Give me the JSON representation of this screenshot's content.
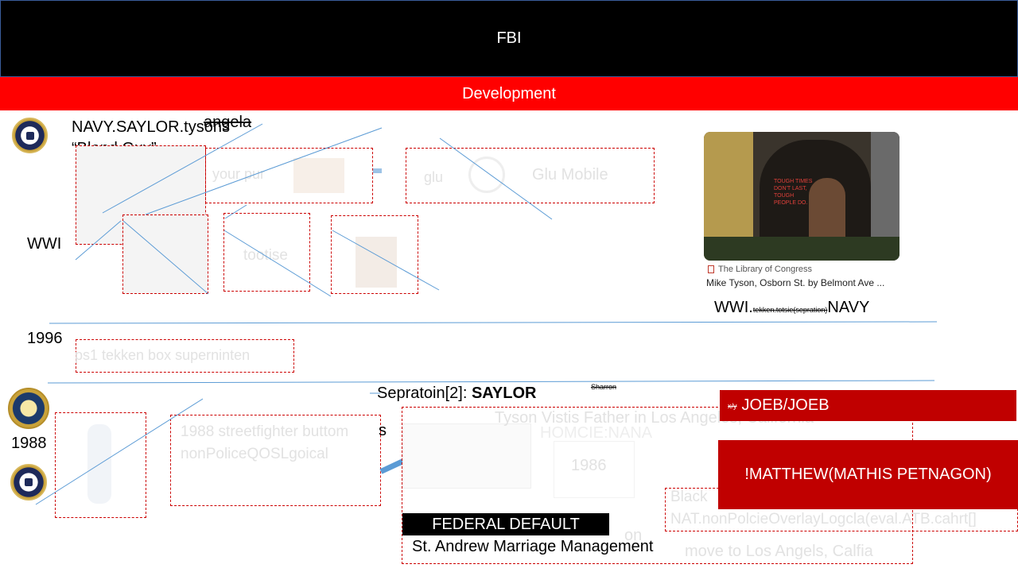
{
  "header": {
    "title": "FBI",
    "subtitle": "Development"
  },
  "labels": {
    "navy_tysons": "NAVY.SAYLOR.tysons",
    "angela": "angela",
    "blond_guy": "“Blond Guy”",
    "wwi": "WWI",
    "year_1996": "1996",
    "year_1988": "1988",
    "separation_prefix": "Sepratoin[2]: ",
    "separation_name": "SAYLOR",
    "sharron": "Sharron",
    "buttons_suffix": "s"
  },
  "faint_texts": {
    "gif_title": "your pur",
    "glu": "glu",
    "glu_mobile": "Glu Mobile",
    "tootise": "tootise",
    "ps1_row": "ps1 tekken  box superninten",
    "streetfighter": "1988 streetfighter buttom",
    "nonpolice": "nonPoliceQOSLgoical",
    "tyson_visits": "Tyson Vistis Father in Los Angeles, California",
    "homcie": "HOMCIE:NANA",
    "year_1986": "1986",
    "black": "Black",
    "nat_overlay": "NAT.nonPolcieOverlayLogcla(eval.ATB.cahrt[]",
    "move": "move to Los Angels, Calfia",
    "on": "on"
  },
  "photo_card": {
    "wall_text": "TOUGH TIMES DON'T LAST, TOUGH PEOPLE DO.",
    "source": "The Library of Congress",
    "caption": "Mike Tyson, Osborn St. by Belmont Ave ..."
  },
  "wwi_navy": {
    "prefix": "WWI.",
    "small": "tekken.totsie(sepration)",
    "suffix": "NAVY"
  },
  "joeb": {
    "small": "x/y",
    "text": "JOEB/JOEB"
  },
  "matthew": "!MATTHEW(MATHIS PETNAGON)",
  "federal_default": "FEDERAL DEFAULT",
  "st_andrew": "St. Andrew Marriage Management",
  "colors": {
    "header": "#000000",
    "subheader": "#ff0000",
    "red_bar": "#c00000",
    "accent_line": "#5b9bd5"
  }
}
